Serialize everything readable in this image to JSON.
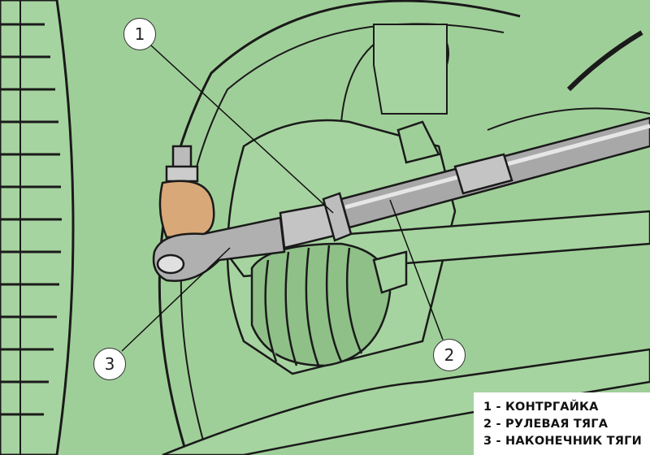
{
  "callouts": [
    {
      "number": "1"
    },
    {
      "number": "2"
    },
    {
      "number": "3"
    }
  ],
  "legend": [
    "1 - КОНТРГАЙКА",
    "2 - РУЛЕВАЯ ТЯГА",
    "3 - НАКОНЕЧНИК ТЯГИ"
  ],
  "colors": {
    "background": "#9fcf98",
    "rod": "#a8a8a8",
    "boot": "#d9a878",
    "line": "#1a1a1a"
  }
}
